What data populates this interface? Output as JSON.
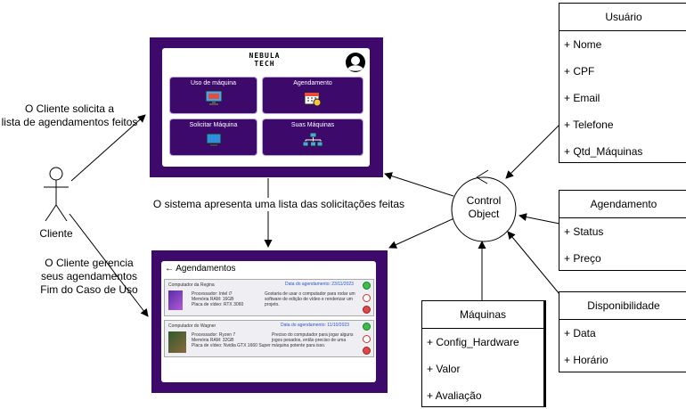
{
  "nebula": {
    "brand_line1": "NEBULA",
    "brand_line2": "TECH"
  },
  "menu": {
    "tiles": [
      {
        "label": "Uso de máquina"
      },
      {
        "label": "Agendamento"
      },
      {
        "label": "Solicitar Máquina"
      },
      {
        "label": "Suas Máquinas"
      }
    ]
  },
  "agendamentos": {
    "title": "Agendamentos",
    "cards": [
      {
        "name": "Computador da Regina",
        "date": "Data do agendamento: 23/11/2023",
        "specs": [
          "Processador: Intel i7",
          "Memória RAM: 16GB",
          "Placa de vídeo: RTX 3060"
        ],
        "desc": "Gostaria de usar o computador para rodar um software de edição de vídeo e renderizar um projeto."
      },
      {
        "name": "Computador do Wagner",
        "date": "Data do agendamento: 11/10/2023",
        "specs": [
          "Processador: Ryzen 7",
          "Memória RAM: 32GB",
          "Placa de vídeo: Nvidia GTX 1660 Super"
        ],
        "desc": "Preciso do computador para jogar alguns jogos pesados, então preciso de uma máquina potente para isso."
      }
    ]
  },
  "actor": {
    "name": "Cliente"
  },
  "labels": {
    "request_line1": "O Cliente solicita a",
    "request_line2": "lista de agendamentos feitos",
    "system": "O sistema apresenta uma lista das solicitações feitas",
    "manage_line1": "O Cliente gerencia",
    "manage_line2": "seus agendamentos",
    "manage_line3": "Fim do Caso de Uso"
  },
  "control": {
    "line1": "Control",
    "line2": "Object"
  },
  "classes": {
    "usuario": {
      "title": "Usuário",
      "attrs": [
        "+ Nome",
        "+ CPF",
        "+ Email",
        "+ Telefone",
        "+ Qtd_Máquinas"
      ]
    },
    "agendamento": {
      "title": "Agendamento",
      "attrs": [
        "+ Status",
        "+ Preço"
      ]
    },
    "disponibilidade": {
      "title": "Disponibilidade",
      "attrs": [
        "+ Data",
        "+ Horário"
      ]
    },
    "maquinas": {
      "title": "Máquinas",
      "attrs": [
        "+ Config_Hardware",
        "+ Valor",
        "+ Avaliação"
      ]
    }
  },
  "colors": {
    "purple": "#3d0a6b",
    "accent_blue": "#2a58c8"
  }
}
